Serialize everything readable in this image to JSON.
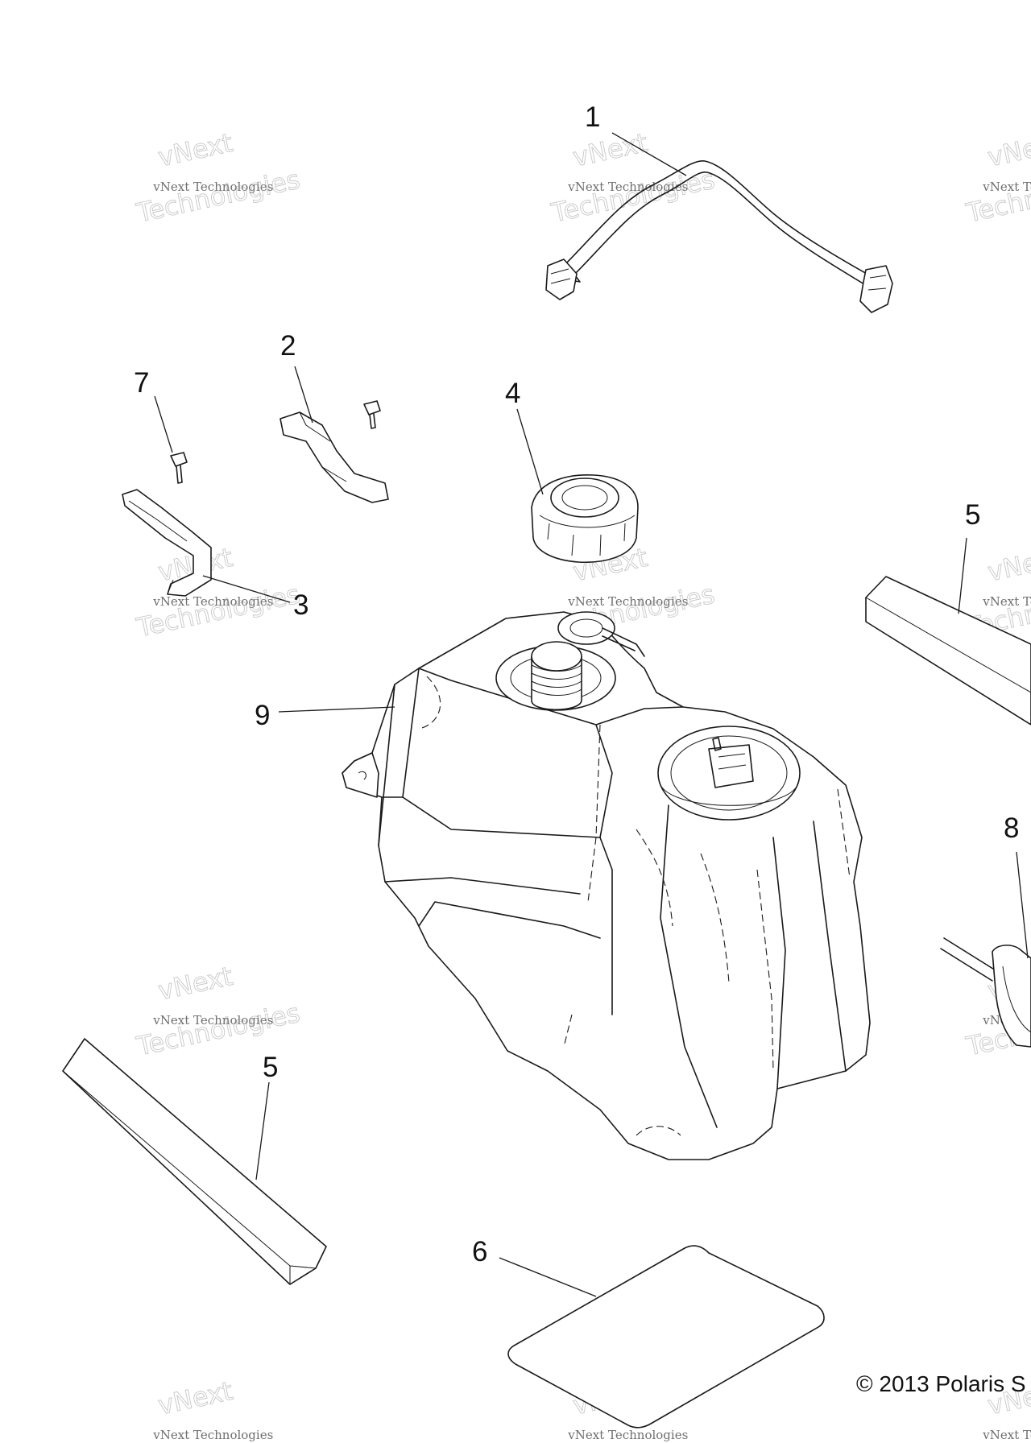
{
  "callouts": {
    "c1": "1",
    "c2": "2",
    "c3": "3",
    "c4": "4",
    "c5a": "5",
    "c5b": "5",
    "c6": "6",
    "c7": "7",
    "c8": "8",
    "c9": "9"
  },
  "watermark": {
    "line1": "vNext",
    "line2": "vNext Technologies",
    "line3": "Technologies"
  },
  "copyright": "© 2013 Polaris S"
}
